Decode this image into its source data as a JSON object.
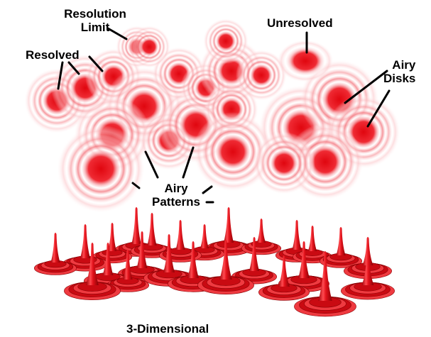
{
  "labels": {
    "resolution_limit": [
      "Resolution",
      "Limit"
    ],
    "resolved": "Resolved",
    "unresolved": "Unresolved",
    "airy_disks": [
      "Airy",
      "Disks"
    ],
    "airy_patterns": [
      "Airy",
      "Patterns"
    ],
    "three_dimensional": "3-Dimensional"
  },
  "colors": {
    "disk": "#e8101a",
    "ring": "#f36a72",
    "halo": "#fbd0d4",
    "cone": "#d90d16",
    "cone_light": "#ff5a5f",
    "cone_dark": "#9a0000"
  }
}
